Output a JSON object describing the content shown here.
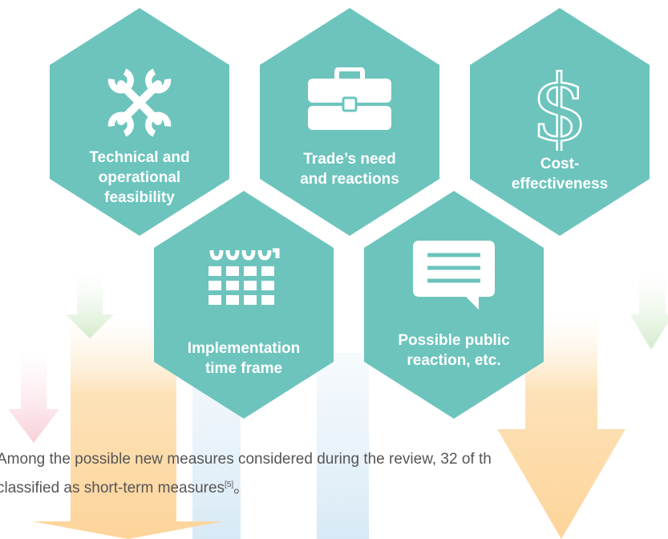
{
  "colors": {
    "hex_fill": "#6cc4bd",
    "text": "#555555",
    "arrow_orange": "#fdd9a6",
    "arrow_green": "#dbeed6",
    "arrow_pink": "#fbd8e0",
    "arrow_blue": "#dcecf6"
  },
  "factors": [
    {
      "label": "Technical and\noperational\nfeasibility",
      "icon": "wrench-icon"
    },
    {
      "label": "Trade’s need\nand reactions",
      "icon": "briefcase-icon"
    },
    {
      "label": "Cost-\neffectiveness",
      "icon": "dollar-icon"
    },
    {
      "label": "Implementation\ntime frame",
      "icon": "calendar-icon"
    },
    {
      "label": "Possible public\nreaction, etc.",
      "icon": "speech-bubble-icon"
    }
  ],
  "paragraph": {
    "line1": "Among the possible new measures considered during the review, 32 of th",
    "line2_prefix": "classified as short-term measures",
    "line2_sup": "[5]",
    "line2_suffix": "。"
  }
}
